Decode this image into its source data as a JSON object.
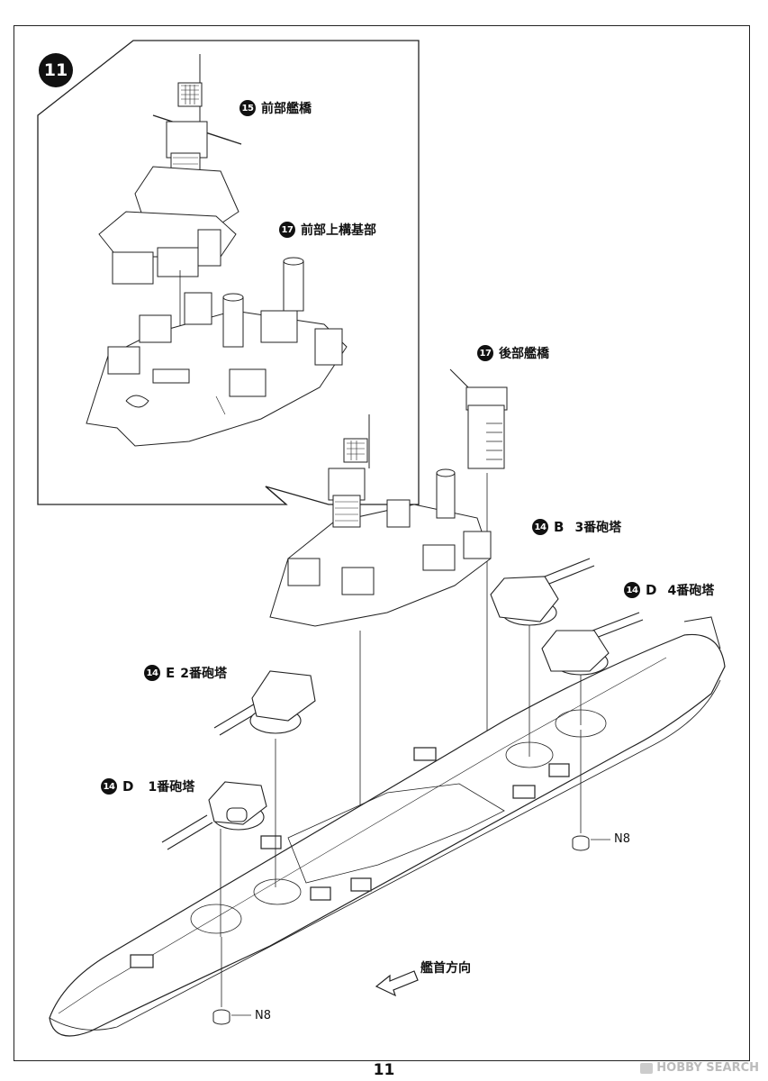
{
  "page": {
    "number": "11"
  },
  "step": {
    "number": "11"
  },
  "callouts": {
    "front_bridge": {
      "ref": "15",
      "label": "前部艦橋"
    },
    "front_superstructure": {
      "ref": "17",
      "label": "前部上構基部"
    },
    "rear_bridge": {
      "ref": "17",
      "label": "後部艦橋"
    },
    "turret3": {
      "ref": "14",
      "part": "B",
      "label": "3番砲塔"
    },
    "turret4": {
      "ref": "14",
      "part": "D",
      "label": "4番砲塔"
    },
    "turret2": {
      "ref": "14",
      "part": "E",
      "label": "2番砲塔"
    },
    "turret1": {
      "ref": "14",
      "part": "D",
      "label": "1番砲塔"
    }
  },
  "parts": {
    "n8_top": "N8",
    "n8_bottom": "N8"
  },
  "direction": {
    "label": "艦首方向"
  },
  "watermark": {
    "text": "HOBBY SEARCH"
  }
}
